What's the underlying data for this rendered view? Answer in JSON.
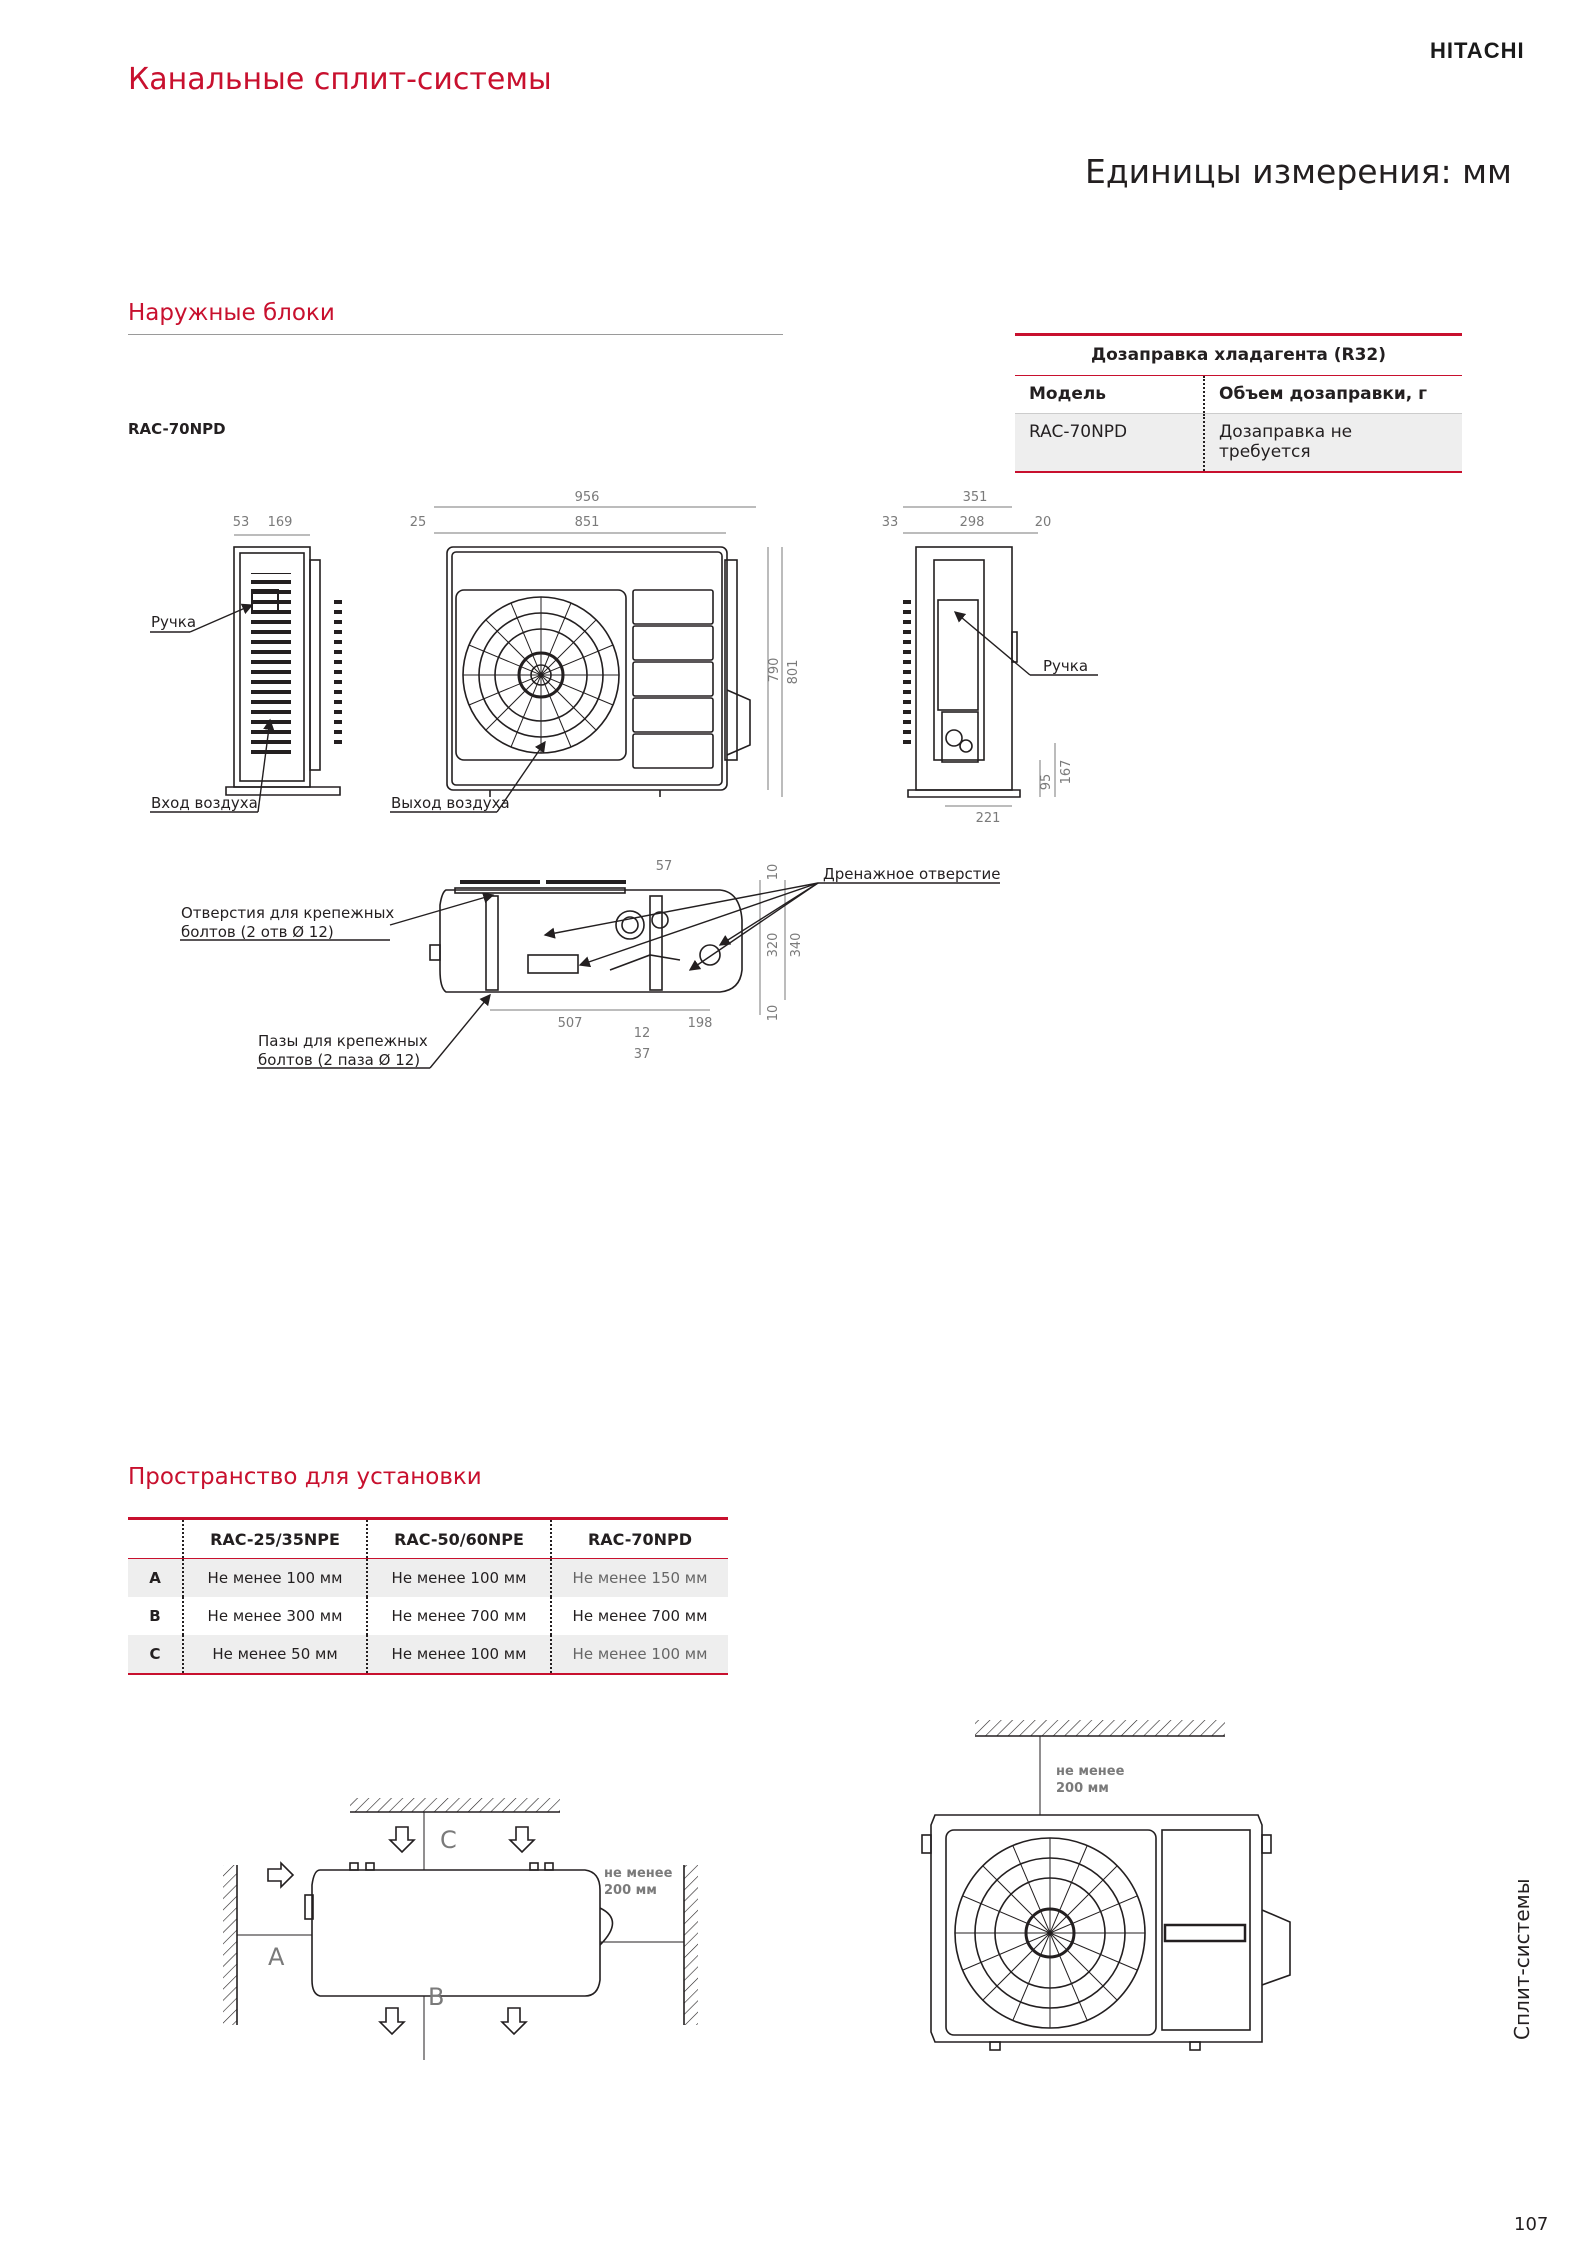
{
  "header": {
    "brand": "HITACHI",
    "title": "Канальные сплит-системы",
    "units": "Единицы измерения: мм"
  },
  "outdoor": {
    "title": "Наружные блоки",
    "model": "RAC-70NPD",
    "labels": {
      "handle": "Ручка",
      "air_in": "Вход воздуха",
      "air_out": "Выход воздуха",
      "drain": "Дренажное отверстие",
      "holes_1": "Отверстия для крепежных",
      "holes_2": "болтов (2 отв Ø 12)",
      "slots_1": "Пазы для крепежных",
      "slots_2": "болтов (2 паза Ø 12)"
    },
    "dims": {
      "d53": "53",
      "d169": "169",
      "d956": "956",
      "d25": "25",
      "d851": "851",
      "d790": "790",
      "d801": "801",
      "d351": "351",
      "d33": "33",
      "d298": "298",
      "d20": "20",
      "d167": "167",
      "d95": "95",
      "d221": "221",
      "d57": "57",
      "d10a": "10",
      "d320": "320",
      "d340": "340",
      "d10b": "10",
      "d507": "507",
      "d198": "198",
      "d12": "12",
      "d37": "37"
    }
  },
  "refrigerant": {
    "title": "Дозаправка хладагента (R32)",
    "col_model": "Модель",
    "col_volume": "Объем дозаправки, г",
    "model": "RAC-70NPD",
    "value": "Дозаправка не требуется"
  },
  "install": {
    "title": "Пространство для установки",
    "headers": [
      "",
      "RAC-25/35NPE",
      "RAC-50/60NPE",
      "RAC-70NPD"
    ],
    "rows": [
      [
        "A",
        "Не менее 100 мм",
        "Не менее 100 мм",
        "Не менее 150 мм"
      ],
      [
        "B",
        "Не менее 300 мм",
        "Не менее 700 мм",
        "Не менее 700 мм"
      ],
      [
        "C",
        "Не менее 50 мм",
        "Не менее 100 мм",
        "Не менее 100 мм"
      ]
    ],
    "diagram": {
      "A": "A",
      "B": "B",
      "C": "C",
      "min1": "не менее",
      "min2": "200 мм"
    }
  },
  "footer": {
    "side": "Сплит-системы",
    "page": "107"
  }
}
